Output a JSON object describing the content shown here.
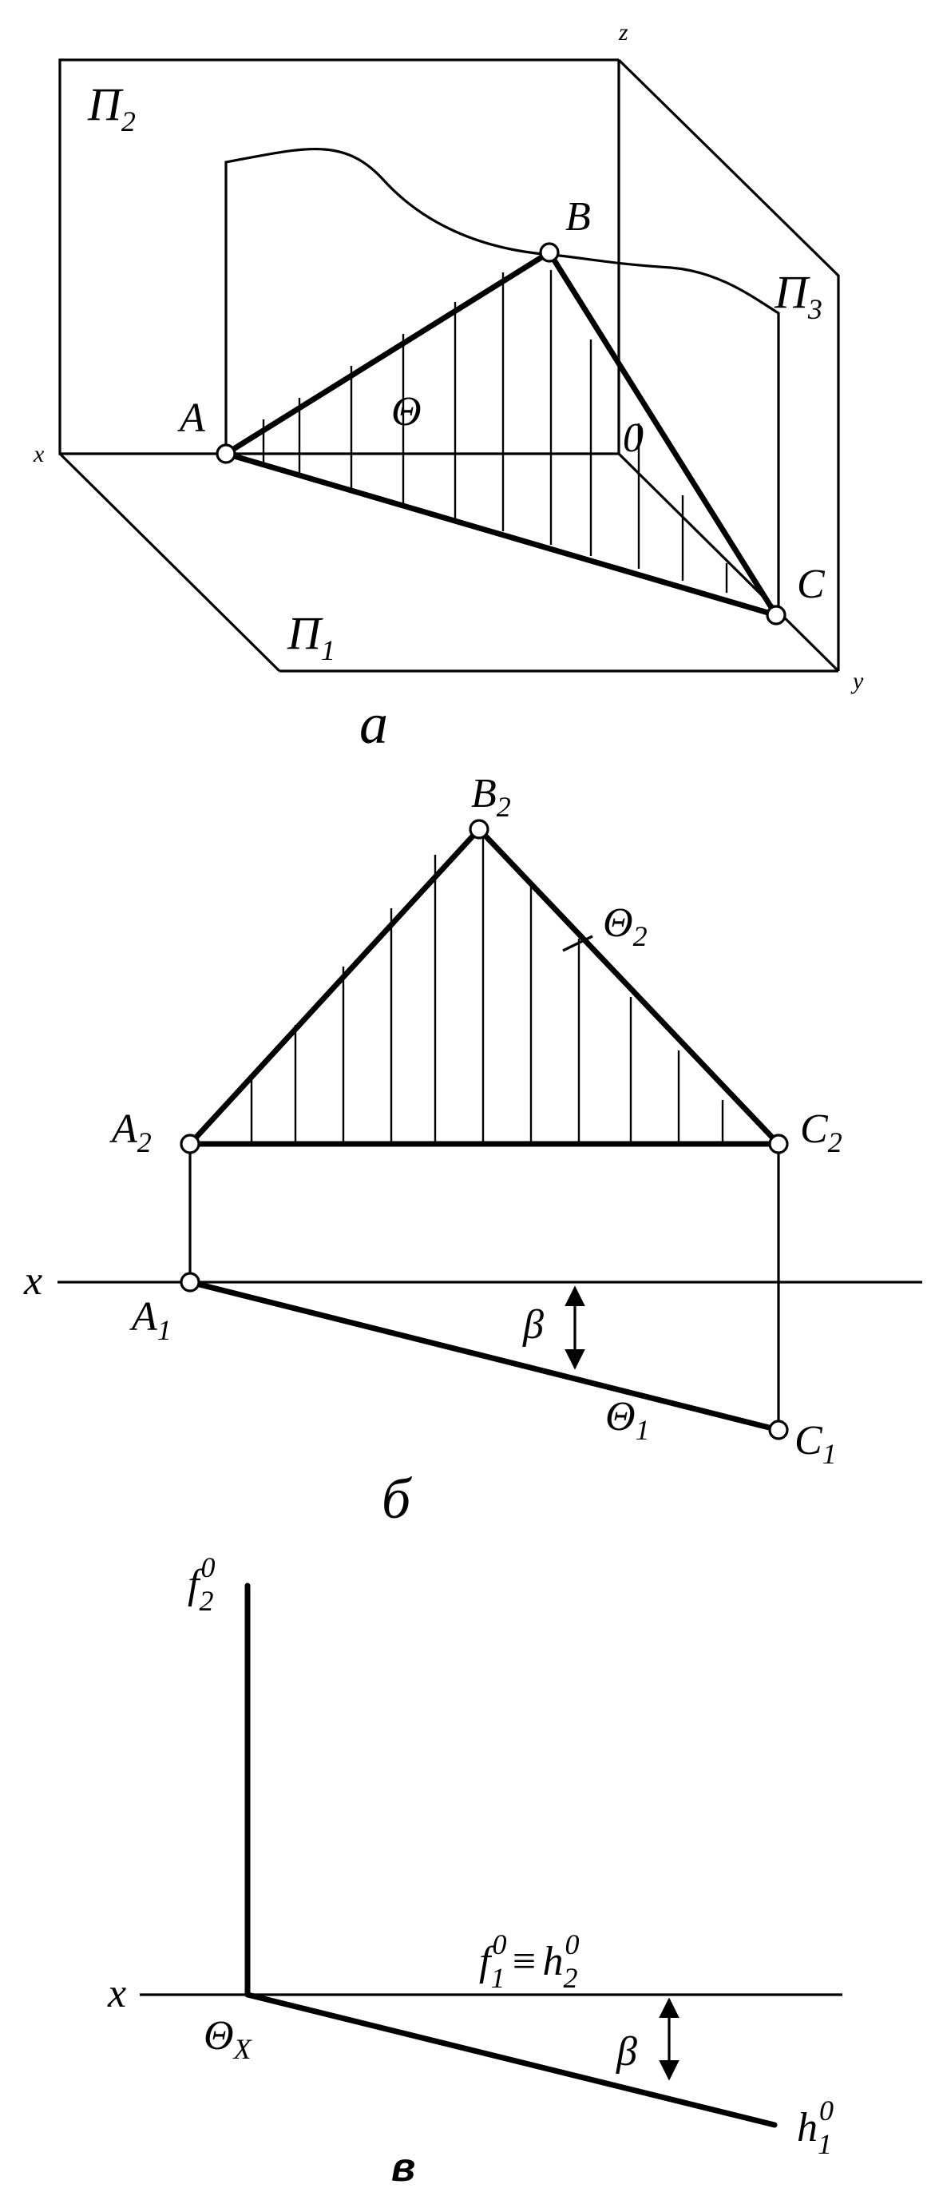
{
  "figure_a": {
    "caption": "а",
    "plane_frontal": {
      "letter": "П",
      "sub": "2"
    },
    "plane_horizontal": {
      "letter": "П",
      "sub": "1"
    },
    "plane_profile": {
      "letter": "П",
      "sub": "3"
    },
    "axis_x": "x",
    "axis_y": "y",
    "axis_z": "z",
    "origin": "0",
    "point_a": "A",
    "point_b": "B",
    "point_c": "C",
    "plane_name": "Θ"
  },
  "figure_b": {
    "caption": "б",
    "axis_x": "x",
    "a2": {
      "letter": "A",
      "sub": "2"
    },
    "b2": {
      "letter": "B",
      "sub": "2"
    },
    "c2": {
      "letter": "C",
      "sub": "2"
    },
    "a1": {
      "letter": "A",
      "sub": "1"
    },
    "c1": {
      "letter": "C",
      "sub": "1"
    },
    "theta2": {
      "letter": "Θ",
      "sub": "2"
    },
    "theta1": {
      "letter": "Θ",
      "sub": "1"
    },
    "angle": "β"
  },
  "figure_v": {
    "caption": "в",
    "axis_x": "x",
    "f2": {
      "letter": "f",
      "sub": "2",
      "sup": "0"
    },
    "theta_x": {
      "letter": "Θ",
      "sub": "X"
    },
    "f1h2": {
      "f": "f",
      "f_sub": "1",
      "f_sup": "0",
      "eq": "≡",
      "h": "h",
      "h_sub": "2",
      "h_sup": "0"
    },
    "h1": {
      "letter": "h",
      "sub": "1",
      "sup": "0"
    },
    "angle": "β"
  }
}
